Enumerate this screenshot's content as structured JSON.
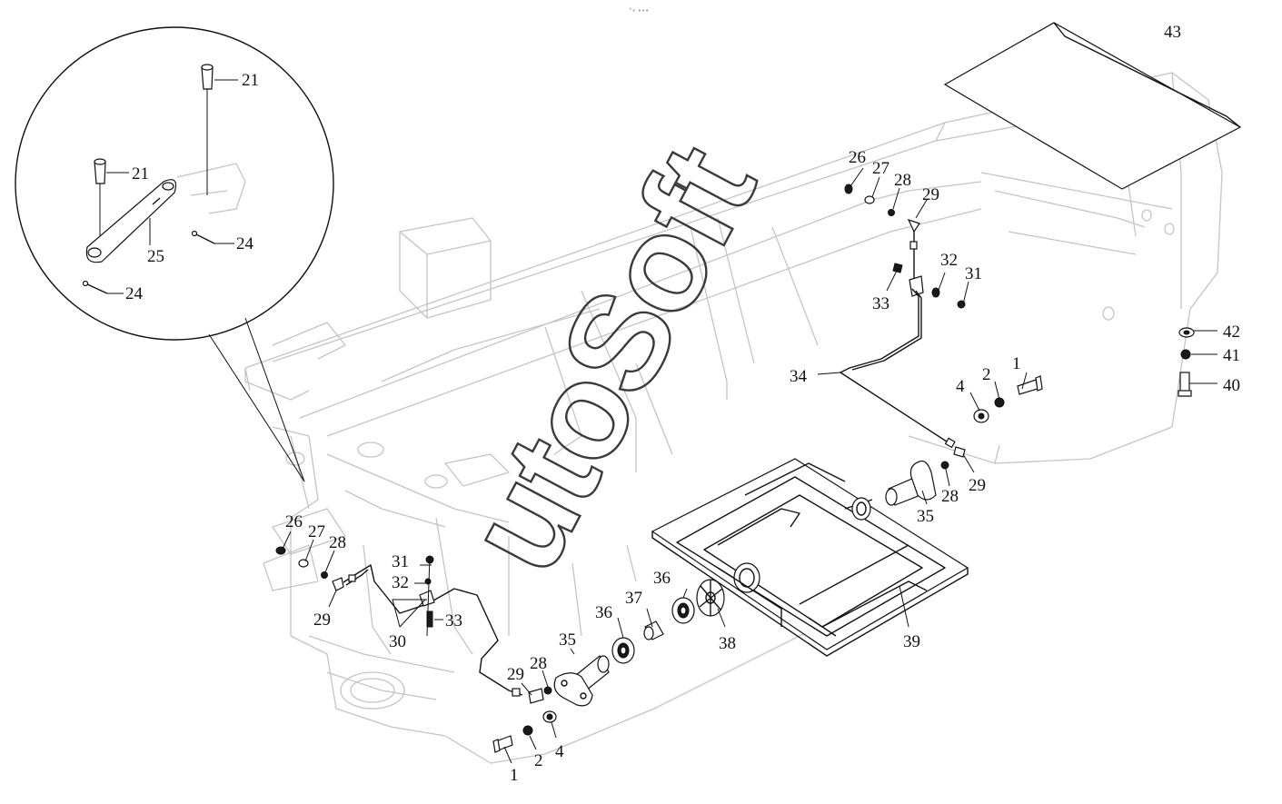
{
  "top_mark": "°• •••",
  "watermark": "utoSoft",
  "callouts": {
    "c43": "43",
    "c21a": "21",
    "c21b": "21",
    "c25": "25",
    "c24a": "24",
    "c24b": "24",
    "c26a": "26",
    "c27a": "27",
    "c28a": "28",
    "c29a": "29",
    "c32a": "32",
    "c31a": "31",
    "c33a": "33",
    "c34": "34",
    "c1a": "1",
    "c2a": "2",
    "c4a": "4",
    "c42": "42",
    "c41": "41",
    "c40": "40",
    "c28b": "28",
    "c29b": "29",
    "c35a": "35",
    "c26b": "26",
    "c27b": "27",
    "c28c": "28",
    "c29c": "29",
    "c31b": "31",
    "c32b": "32",
    "c33b": "33",
    "c30": "30",
    "c35b": "35",
    "c36a": "36",
    "c37": "37",
    "c36b": "36",
    "c38": "38",
    "c39": "39",
    "c29d": "29",
    "c28d": "28",
    "c1b": "1",
    "c2b": "2",
    "c4b": "4"
  }
}
